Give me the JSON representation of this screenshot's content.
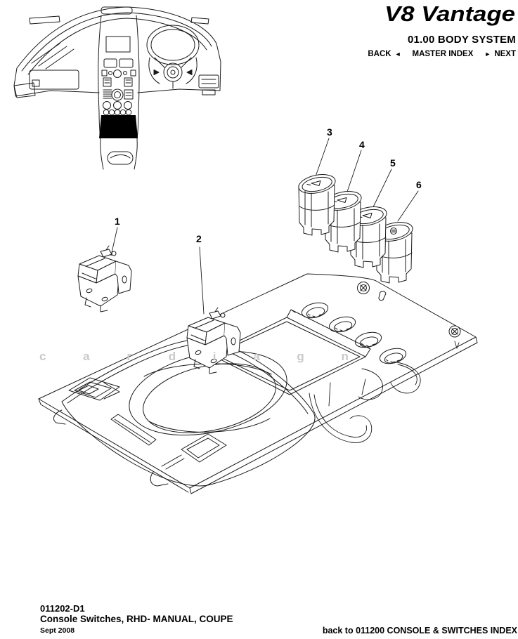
{
  "header": {
    "logo": "V8 Vantage",
    "section_title": "01.00 BODY SYSTEM",
    "nav": {
      "back_label": "BACK",
      "back_arrow": "◄",
      "master_index_label": "MASTER INDEX",
      "next_arrow": "►",
      "next_label": "NEXT"
    }
  },
  "callouts": [
    {
      "label": "1"
    },
    {
      "label": "2"
    },
    {
      "label": "3"
    },
    {
      "label": "4"
    },
    {
      "label": "5"
    },
    {
      "label": "6"
    }
  ],
  "watermark": "c a r d i a g n",
  "footer": {
    "drawing_number": "011202-D1",
    "drawing_title": "Console Switches, RHD- MANUAL, COUPE",
    "date": "Sept 2008",
    "back_link": "back to 011200 CONSOLE & SWITCHES INDEX"
  },
  "colors": {
    "ink": "#1b1b1b",
    "paper": "#ffffff",
    "watermark": "#c9c9c9"
  }
}
